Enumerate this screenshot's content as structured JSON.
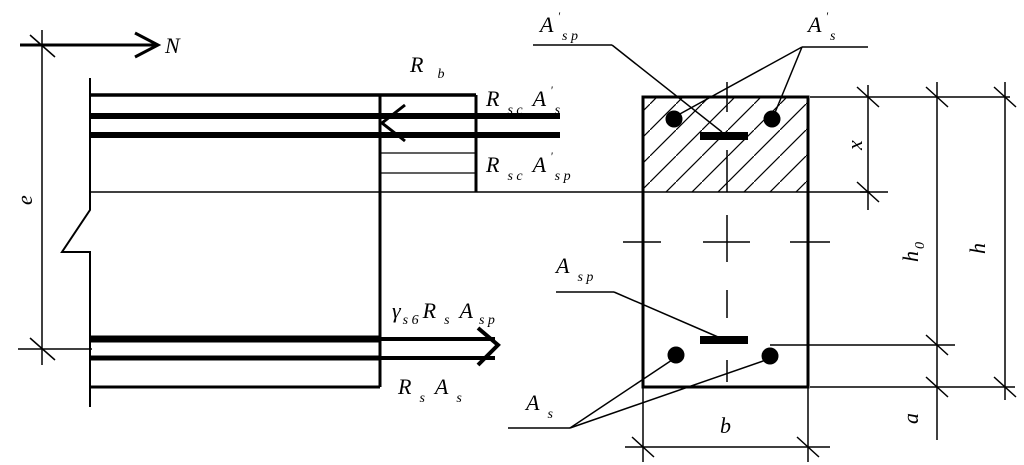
{
  "labels": {
    "N": "N",
    "e": "e",
    "Rb": {
      "main": "R",
      "sub": "b"
    },
    "RscAs": {
      "main": "R",
      "sub1": "s c",
      "main2": "A",
      "prime": "'",
      "sub2": "s"
    },
    "RscAsp": {
      "main": "R",
      "sub1": "s c",
      "main2": "A",
      "prime": "'",
      "sub2": "s p"
    },
    "gammaRsAsp": {
      "gamma": "γ",
      "gsub": "s 6",
      "main": "R",
      "sub1": "s",
      "main2": "A",
      "sub2": "s p"
    },
    "RsAs": {
      "main": "R",
      "sub1": "s",
      "main2": "A",
      "sub2": "s"
    },
    "Asp_prime": {
      "main": "A",
      "prime": "'",
      "sub": "s p"
    },
    "As_prime": {
      "main": "A",
      "prime": "'",
      "sub": "s"
    },
    "Asp": {
      "main": "A",
      "sub": "s p"
    },
    "As": {
      "main": "A",
      "sub": "s"
    },
    "x": "x",
    "h0": {
      "main": "h",
      "sub": "0"
    },
    "h": "h",
    "a": "a",
    "b": "b"
  }
}
